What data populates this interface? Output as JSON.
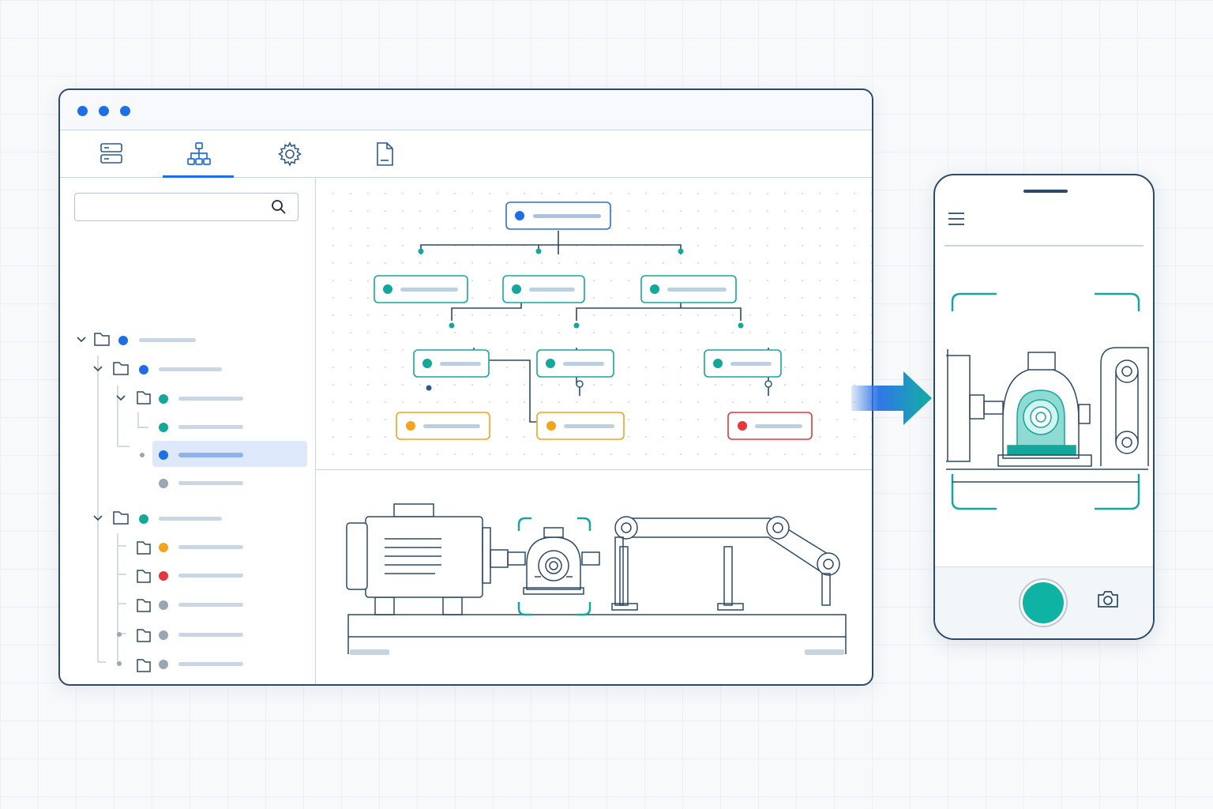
{
  "app": {
    "window_controls": [
      "close",
      "minimize",
      "maximize"
    ],
    "toolbar_tabs": [
      {
        "icon": "server-icon",
        "active": false
      },
      {
        "icon": "hierarchy-icon",
        "active": true
      },
      {
        "icon": "gear-icon",
        "active": false
      },
      {
        "icon": "document-icon",
        "active": false
      }
    ],
    "search": {
      "placeholder": "",
      "value": ""
    },
    "tree": [
      {
        "level": 0,
        "expanded": true,
        "folder": true,
        "status": "blue"
      },
      {
        "level": 1,
        "expanded": true,
        "folder": true,
        "status": "blue"
      },
      {
        "level": 2,
        "expanded": true,
        "folder": true,
        "status": "teal"
      },
      {
        "level": 3,
        "folder": false,
        "status": "teal"
      },
      {
        "level": 3,
        "folder": false,
        "status": "blue",
        "selected": true
      },
      {
        "level": 3,
        "folder": false,
        "status": "gray"
      },
      {
        "level": 1,
        "expanded": true,
        "folder": true,
        "status": "teal"
      },
      {
        "level": 2,
        "folder": true,
        "status": "orange"
      },
      {
        "level": 2,
        "folder": true,
        "status": "red"
      },
      {
        "level": 2,
        "folder": true,
        "status": "gray"
      },
      {
        "level": 2,
        "folder": true,
        "status": "gray"
      },
      {
        "level": 2,
        "folder": true,
        "status": "gray"
      }
    ],
    "flow_nodes": [
      {
        "id": "root",
        "status": "blue"
      },
      {
        "id": "a",
        "status": "teal"
      },
      {
        "id": "b",
        "status": "teal"
      },
      {
        "id": "c",
        "status": "teal"
      },
      {
        "id": "a1",
        "status": "teal"
      },
      {
        "id": "b1",
        "status": "teal"
      },
      {
        "id": "c1",
        "status": "teal"
      },
      {
        "id": "w1",
        "status": "orange"
      },
      {
        "id": "w2",
        "status": "orange"
      },
      {
        "id": "e1",
        "status": "red"
      }
    ]
  },
  "mobile": {
    "menu_icon": "hamburger-icon",
    "shutter": "capture",
    "camera_icon": "camera-icon"
  },
  "colors": {
    "blue": "#1e6fe6",
    "teal": "#13a89b",
    "orange": "#f2a41d",
    "red": "#e5373c",
    "gray": "#9aa6b3",
    "frame": "#2c4a66",
    "line": "#c7d3df"
  }
}
